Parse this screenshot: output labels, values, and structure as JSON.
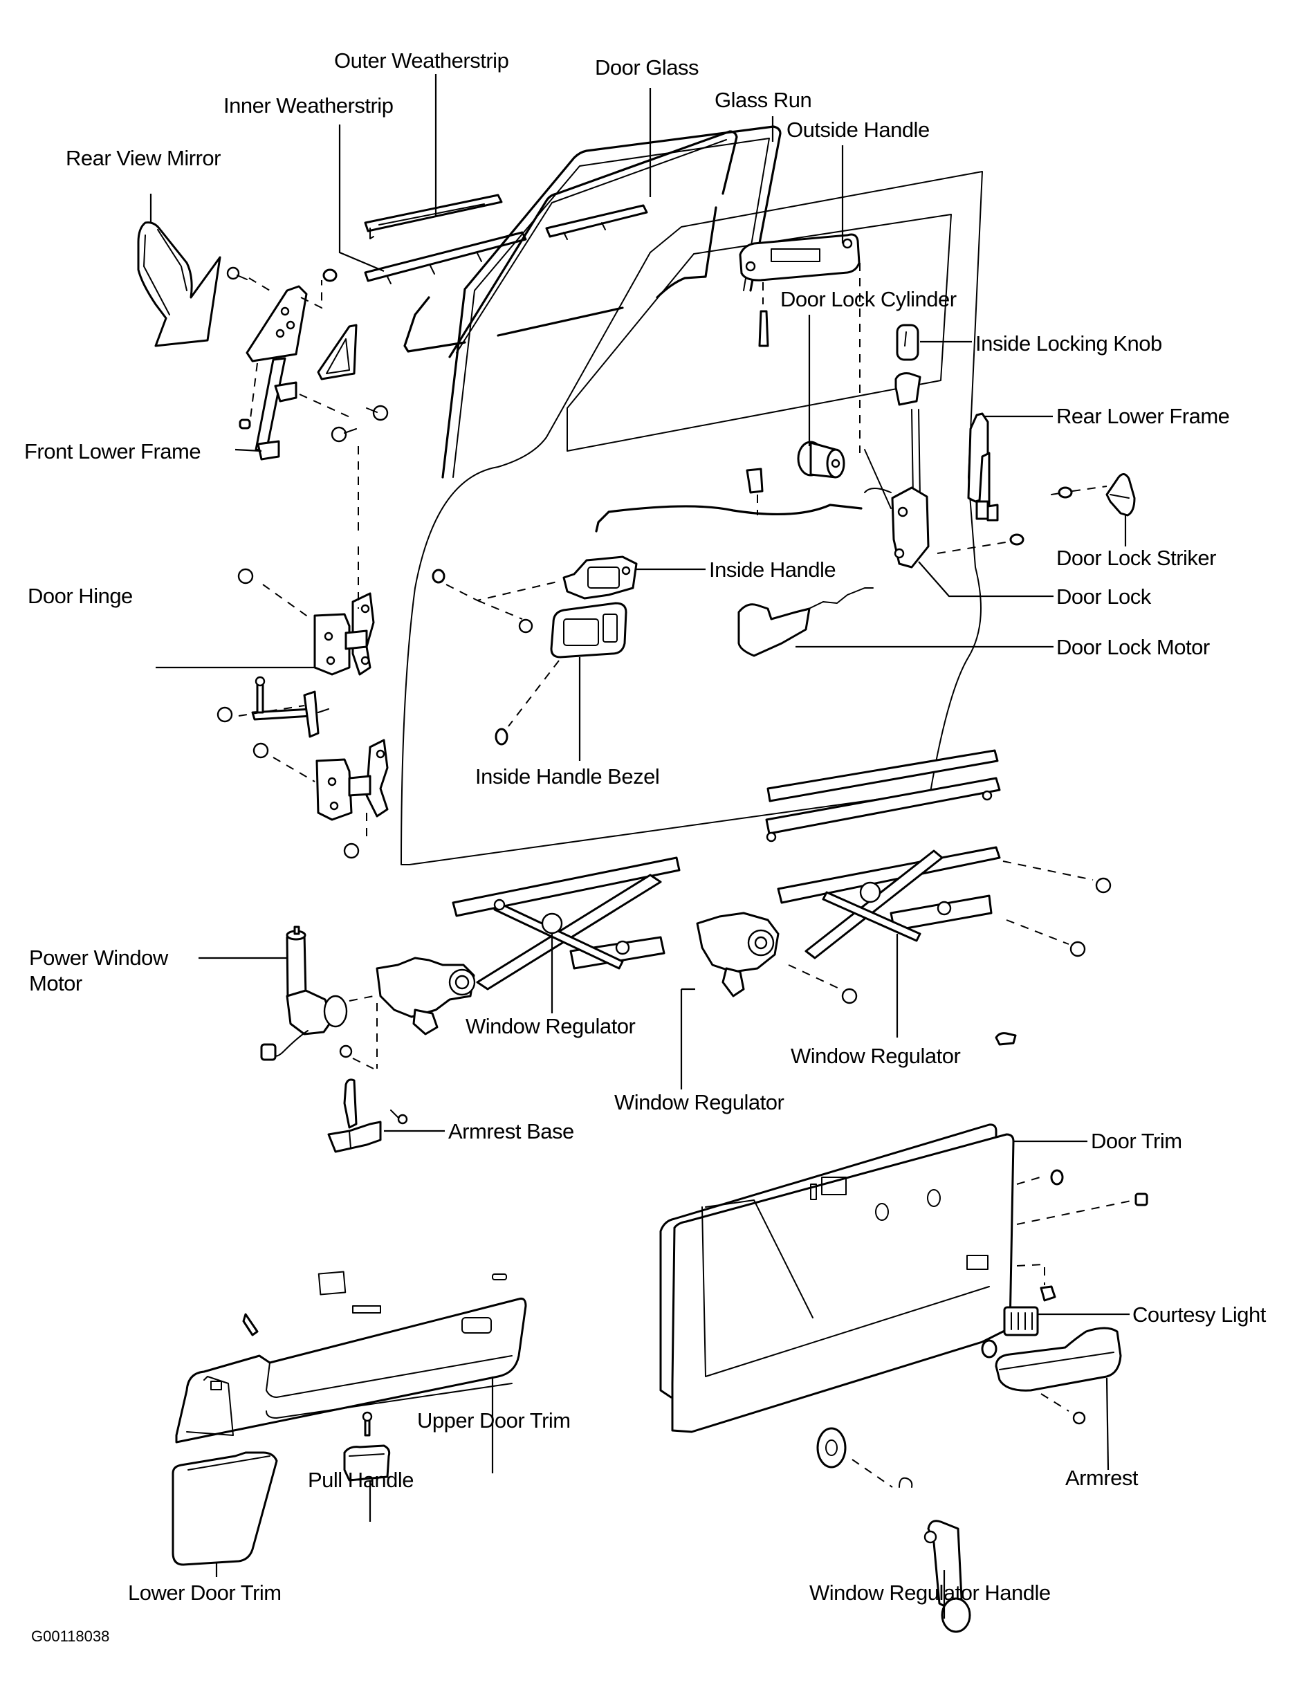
{
  "diagram": {
    "title": "Door Components Exploded View",
    "figure_code": "G00118038",
    "labels": {
      "outer_weatherstrip": "Outer Weatherstrip",
      "door_glass": "Door Glass",
      "inner_weatherstrip": "Inner Weatherstrip",
      "glass_run": "Glass Run",
      "outside_handle": "Outside Handle",
      "rear_view_mirror": "Rear View Mirror",
      "door_lock_cylinder": "Door Lock Cylinder",
      "inside_locking_knob": "Inside Locking Knob",
      "rear_lower_frame": "Rear Lower Frame",
      "front_lower_frame": "Front Lower Frame",
      "door_lock_striker": "Door Lock Striker",
      "door_hinge": "Door Hinge",
      "inside_handle": "Inside Handle",
      "door_lock": "Door Lock",
      "door_lock_motor": "Door Lock Motor",
      "inside_handle_bezel": "Inside Handle Bezel",
      "power_window_motor_line1": "Power Window",
      "power_window_motor_line2": "Motor",
      "window_regulator_left": "Window Regulator",
      "window_regulator_right": "Window Regulator",
      "window_regulator_center": "Window Regulator",
      "armrest_base": "Armrest Base",
      "door_trim": "Door Trim",
      "courtesy_light": "Courtesy Light",
      "upper_door_trim": "Upper Door Trim",
      "pull_handle": "Pull Handle",
      "armrest": "Armrest",
      "lower_door_trim": "Lower Door Trim",
      "window_regulator_handle": "Window Regulator Handle"
    }
  }
}
